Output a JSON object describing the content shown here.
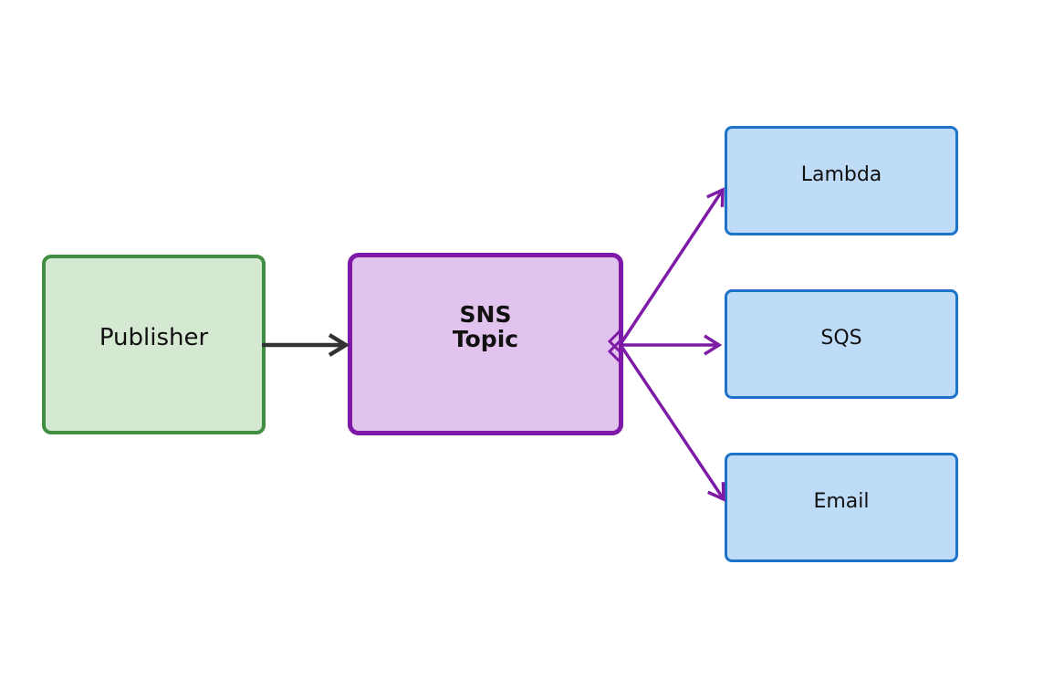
{
  "colors": {
    "background": "#ffffff",
    "publisher-fill": "#d5e8d1",
    "publisher-border": "#3f8e41",
    "topic-fill": "#e2c3ee",
    "topic-border": "#7d18a8",
    "subscriber-fill": "#bedcf8",
    "subscriber-border": "#1c73c9",
    "publish-arrow": "#333333",
    "fanout-arrow": "#7e1ba6"
  },
  "diagram": {
    "publisher": {
      "label": "Publisher"
    },
    "topic": {
      "label_line1": "SNS",
      "label_line2": "Topic"
    },
    "subscribers": [
      {
        "label": "Lambda"
      },
      {
        "label": "SQS"
      },
      {
        "label": "Email"
      }
    ],
    "edges": [
      {
        "from": "Publisher",
        "to": "SNS Topic"
      },
      {
        "from": "SNS Topic",
        "to": "Lambda"
      },
      {
        "from": "SNS Topic",
        "to": "SQS"
      },
      {
        "from": "SNS Topic",
        "to": "Email"
      }
    ]
  }
}
